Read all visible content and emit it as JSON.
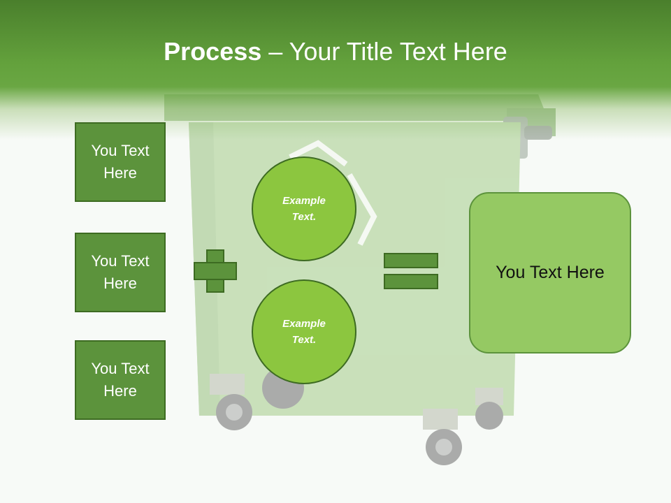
{
  "header": {
    "title_bold": "Process",
    "title_rest": " – Your Title Text Here"
  },
  "left_boxes": [
    {
      "line1": "You Text",
      "line2": "Here"
    },
    {
      "line1": "You Text",
      "line2": "Here"
    },
    {
      "line1": "You Text",
      "line2": "Here"
    }
  ],
  "circles": [
    {
      "line1": "Example",
      "line2": "Text."
    },
    {
      "line1": "Example",
      "line2": "Text."
    }
  ],
  "result": {
    "text": "You Text Here"
  },
  "colors": {
    "header_green": "#63a13c",
    "box_green": "#5c933c",
    "circle_green": "#8cc63f",
    "result_green": "#95c963",
    "border_dark": "#3d6b22"
  },
  "icons": {
    "operator_1": "plus-sign",
    "operator_2": "equals-sign",
    "background_image": "recycle-bin"
  }
}
